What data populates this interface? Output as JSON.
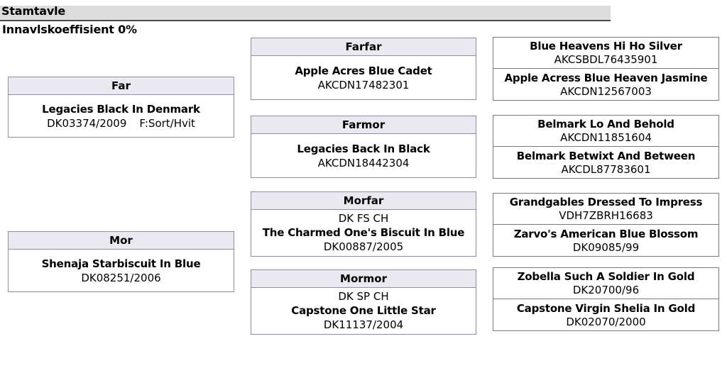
{
  "header": {
    "title": "Stamtavle",
    "subtitle": "Innavlskoeffisient 0%"
  },
  "pedigree": {
    "father": {
      "role_label": "Far",
      "title": "",
      "name": "Legacies Black In Denmark",
      "reg": "DK03374/2009",
      "extra": "F:Sort/Hvit"
    },
    "mother": {
      "role_label": "Mor",
      "title": "",
      "name": "Shenaja Starbiscuit In Blue",
      "reg": "DK08251/2006",
      "extra": ""
    },
    "paternal_grandfather": {
      "role_label": "Farfar",
      "title": "",
      "name": "Apple Acres Blue Cadet",
      "reg": "AKCDN17482301"
    },
    "paternal_grandmother": {
      "role_label": "Farmor",
      "title": "",
      "name": "Legacies Back In Black",
      "reg": "AKCDN18442304"
    },
    "maternal_grandfather": {
      "role_label": "Morfar",
      "title": "DK FS CH",
      "name": "The Charmed One's Biscuit In Blue",
      "reg": "DK00887/2005"
    },
    "maternal_grandmother": {
      "role_label": "Mormor",
      "title": "DK SP CH",
      "name": "Capstone One Little Star",
      "reg": "DK11137/2004"
    },
    "great_grandparents": [
      {
        "sire": {
          "name": "Blue Heavens Hi Ho Silver",
          "reg": "AKCSBDL76435901"
        },
        "dam": {
          "name": "Apple Acress Blue Heaven Jasmine",
          "reg": "AKCDN12567003"
        }
      },
      {
        "sire": {
          "name": "Belmark Lo And Behold",
          "reg": "AKCDN11851604"
        },
        "dam": {
          "name": "Belmark Betwixt And Between",
          "reg": "AKCDL87783601"
        }
      },
      {
        "sire": {
          "name": "Grandgables Dressed To Impress",
          "reg": "VDH7ZBRH16683"
        },
        "dam": {
          "name": "Zarvo's American Blue Blossom",
          "reg": "DK09085/99"
        }
      },
      {
        "sire": {
          "name": "Zobella Such A Soldier In Gold",
          "reg": "DK20700/96"
        },
        "dam": {
          "name": "Capstone Virgin Shelia In Gold",
          "reg": "DK02070/2000"
        }
      }
    ]
  },
  "colors": {
    "header_band": "#dcdcdc",
    "box_header_band": "#e9e9ef",
    "box_border": "#8d8da5",
    "gg_border": "#7a7a7a",
    "text": "#000000",
    "background": "#ffffff"
  }
}
